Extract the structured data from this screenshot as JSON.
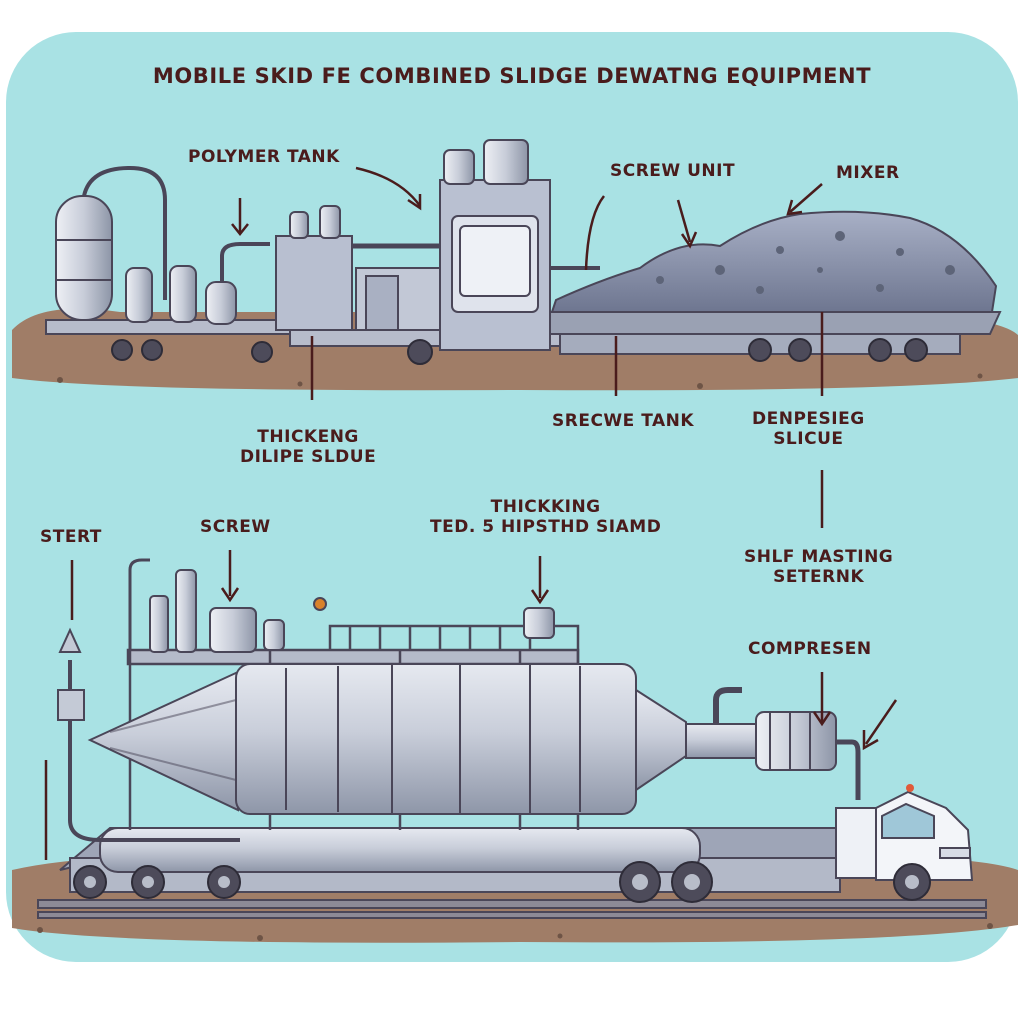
{
  "title": "MOBILE SKID  FE COMBINED SLIDGE  DEWATNG EQUIPMENT",
  "top_labels": {
    "polymer_tank": "POLYMER TANK",
    "screw_unit": "SCREW UNIT",
    "mixer": "MIXER",
    "thickening": [
      "THICKENG",
      "DILIPE SLDUE"
    ],
    "screw_tank": "SRECWE TANK",
    "densifying": [
      "DENPESIEG",
      "SLICUE"
    ]
  },
  "bottom_labels": {
    "start": "STERT",
    "screw": "SCREW",
    "thickening": [
      "THICKKING",
      "TED. 5 HIPSTHD SIAMD"
    ],
    "self_masting": [
      "SHLF MASTING",
      "SETERNK"
    ],
    "compressor": "COMPRESEN"
  },
  "colors": {
    "sky": "#a9e2e4",
    "ground": "#a07d67",
    "metal": "#c4cad6",
    "metal_dark": "#7f889a",
    "label_text": "#4a1c1c",
    "sludge": "#8c95ad",
    "outline": "#4a4658"
  }
}
